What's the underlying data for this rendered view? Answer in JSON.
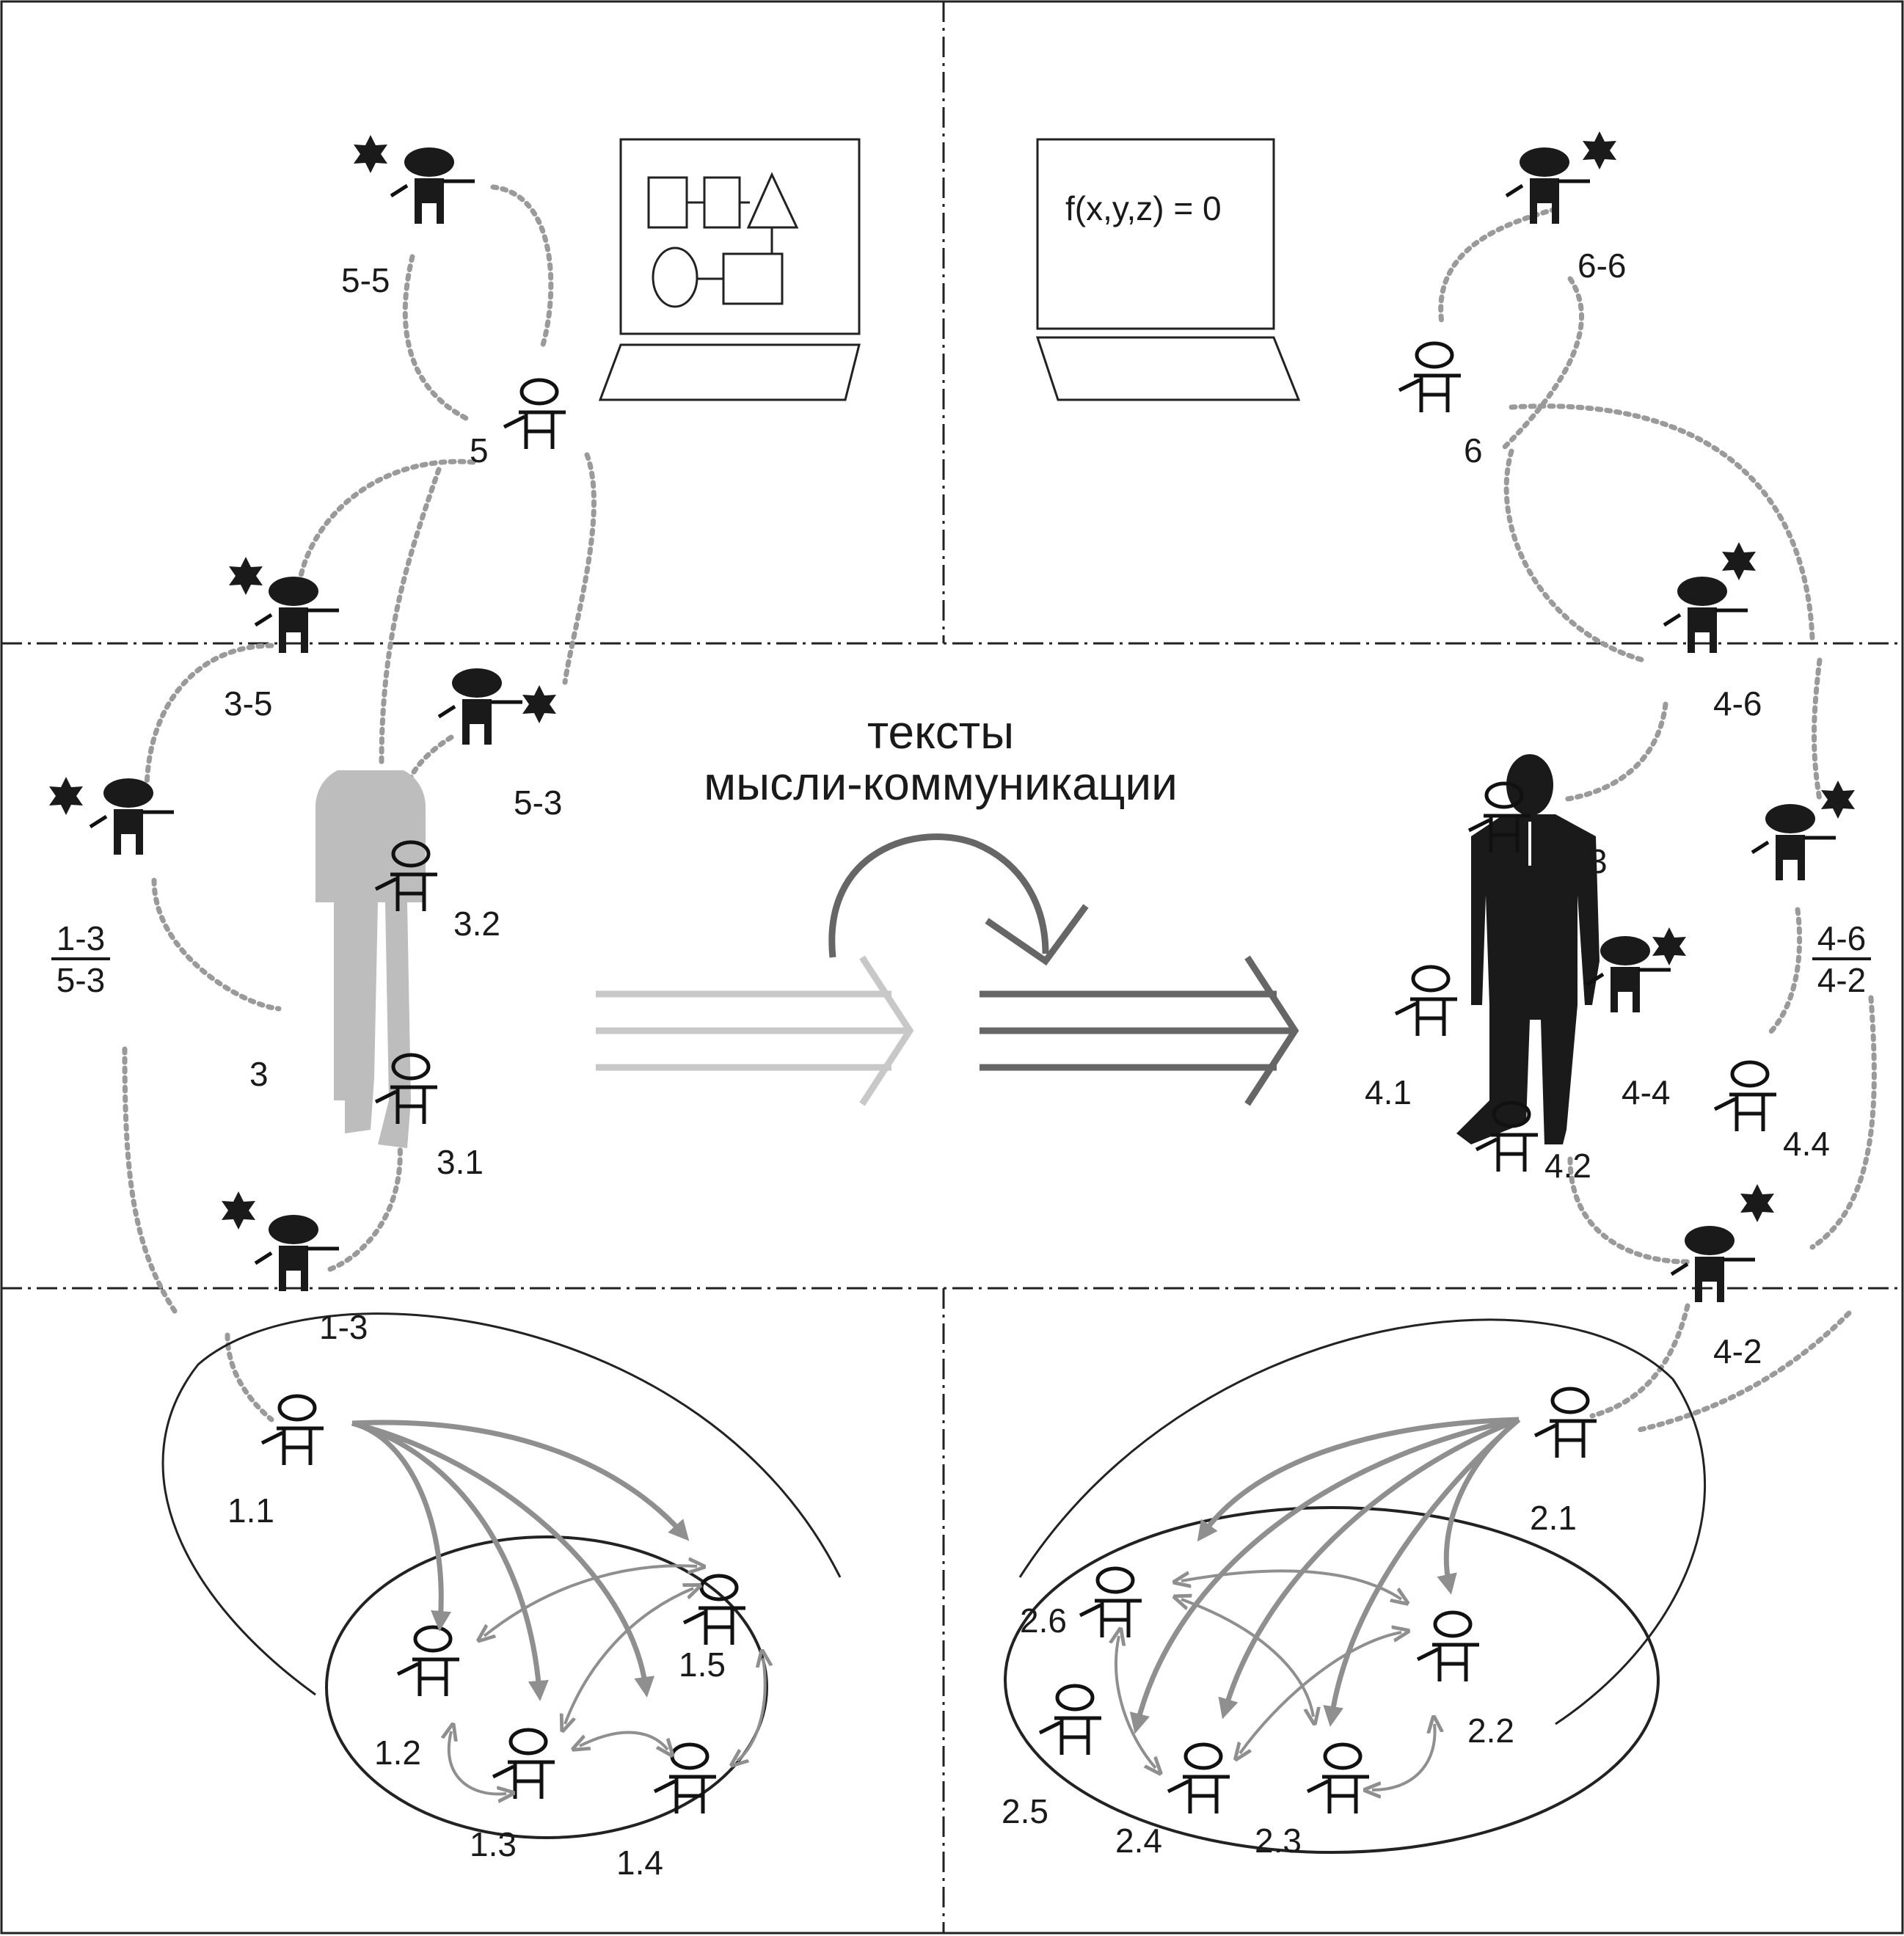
{
  "center_text": {
    "line1": "тексты",
    "line2": "мысли-коммуникации"
  },
  "screen_formula": "f(x,y,z) = 0",
  "labels": {
    "l5_5": "5-5",
    "l5": "5",
    "l3_5": "3-5",
    "l5_3": "5-3",
    "l3_2": "3.2",
    "l3": "3",
    "l3_1": "3.1",
    "l1_3": "1-3",
    "l1_1": "1.1",
    "l1_2": "1.2",
    "l1_3b": "1.3",
    "l1_4": "1.4",
    "l1_5": "1.5",
    "l6_6": "6-6",
    "l6": "6",
    "l4_6": "4-6",
    "l4_3": "3",
    "l4_1": "4.1",
    "l4_4": "4-4",
    "l4_2": "4.2",
    "l4_4b": "4.4",
    "l4_2b": "4-2",
    "l2_1": "2.1",
    "l2_2": "2.2",
    "l2_3": "2.3",
    "l2_4": "2.4",
    "l2_5": "2.5",
    "l2_6": "2.6"
  },
  "fractions": {
    "left": {
      "num": "1-3",
      "den": "5-3"
    },
    "right": {
      "num": "4-6",
      "den": "4-2"
    }
  },
  "colors": {
    "line": "#222222",
    "dotted": "#9a9a9a",
    "arrow_gray": "#8f8f8f",
    "arrow_light": "#c8c8c8",
    "arrow_dark": "#666666",
    "figure_dark": "#1a1a1a",
    "figure_light": "#bdbdbd"
  },
  "icons": [
    "person-outline-icon",
    "person-filled-icon",
    "star-icon",
    "laptop-icon",
    "businessman-silhouette-icon",
    "triple-arrow-icon",
    "curved-arrow-icon"
  ]
}
